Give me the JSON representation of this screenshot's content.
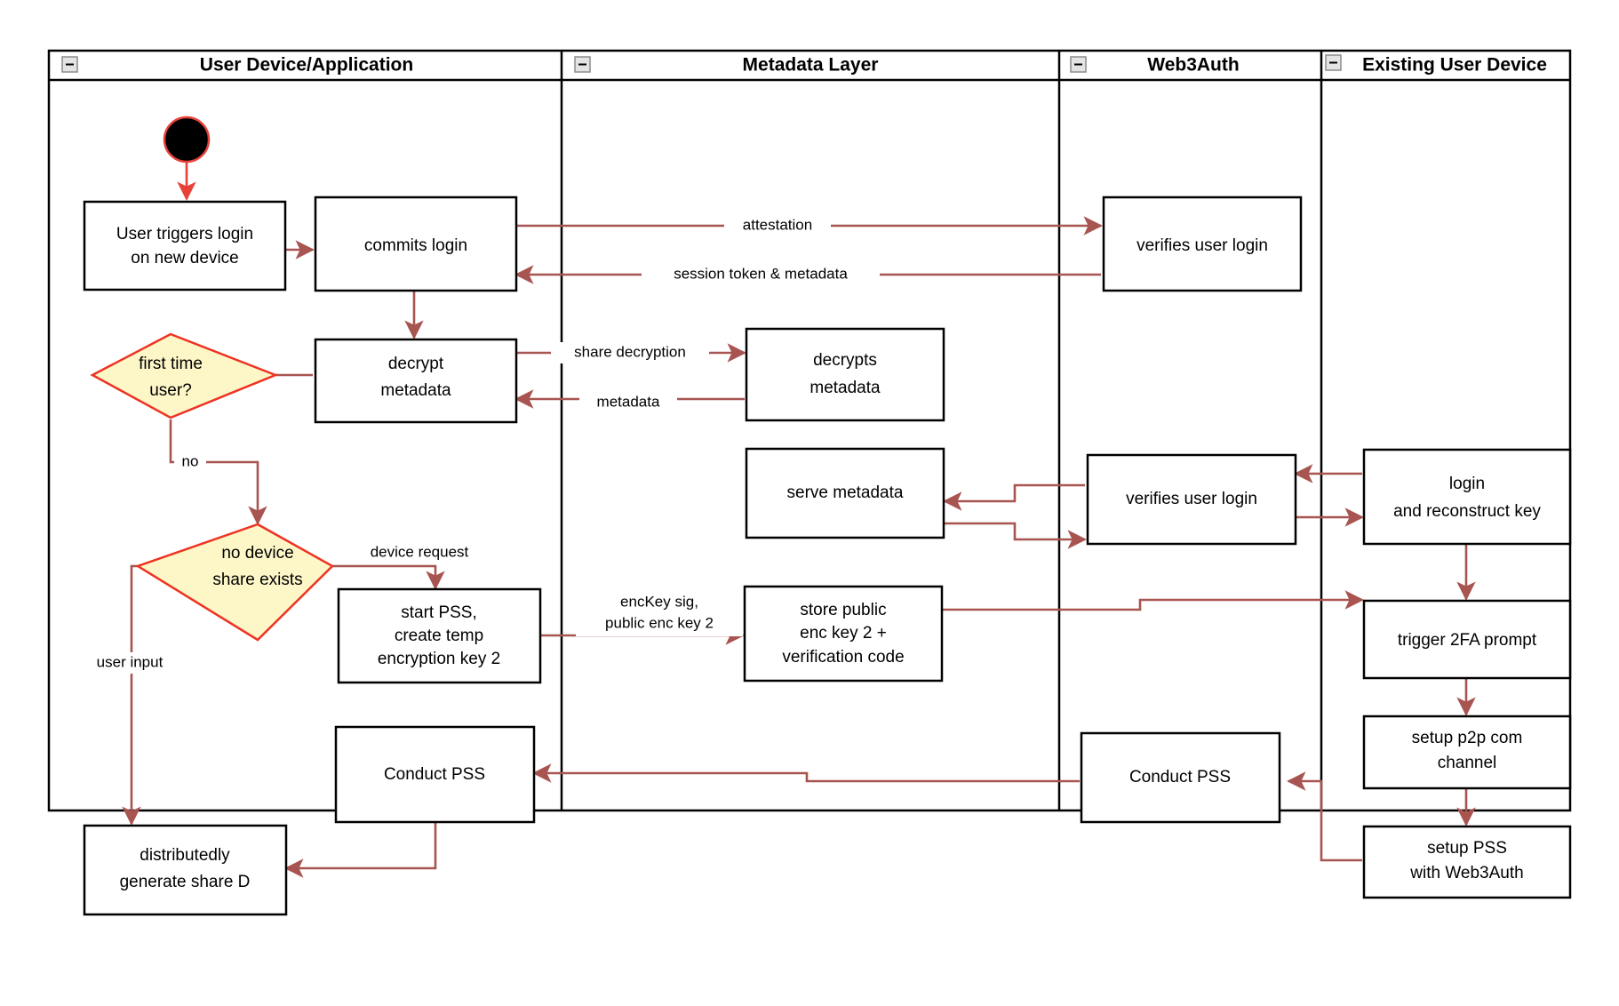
{
  "diagram": {
    "title": "Web3Auth new-device login swimlane flow",
    "colors": {
      "flow_arrow": "#a85450",
      "start_arrow": "#e8413a",
      "decision_fill": "#fdf7c8",
      "decision_border": "#ee3322",
      "node_border": "#000000",
      "node_fill": "#ffffff",
      "lane_border": "#000000",
      "collapse_icon_fill": "#e4e4e4"
    },
    "lanes": [
      {
        "id": "lane-user-device",
        "label": "User Device/Application",
        "collapse_icon": "minus-box-icon"
      },
      {
        "id": "lane-metadata",
        "label": "Metadata Layer",
        "collapse_icon": "minus-box-icon"
      },
      {
        "id": "lane-web3auth",
        "label": "Web3Auth",
        "collapse_icon": "minus-box-icon"
      },
      {
        "id": "lane-existing-device",
        "label": "Existing User Device",
        "collapse_icon": "minus-box-icon"
      }
    ],
    "nodes": [
      {
        "id": "start",
        "type": "start",
        "label": ""
      },
      {
        "id": "user-triggers-login",
        "type": "process",
        "lane": "lane-user-device",
        "lines": [
          "User triggers login",
          "on new device"
        ]
      },
      {
        "id": "commits-login",
        "type": "process",
        "lane": "lane-user-device",
        "lines": [
          "commits login"
        ]
      },
      {
        "id": "verifies-user-login-1",
        "type": "process",
        "lane": "lane-web3auth",
        "lines": [
          "verifies user login"
        ]
      },
      {
        "id": "decrypt-metadata",
        "type": "process",
        "lane": "lane-user-device",
        "lines": [
          "decrypt",
          "metadata"
        ]
      },
      {
        "id": "decrypts-metadata",
        "type": "process",
        "lane": "lane-metadata",
        "lines": [
          "decrypts",
          "metadata"
        ]
      },
      {
        "id": "first-time-user",
        "type": "decision",
        "lane": "lane-user-device",
        "lines": [
          "first time",
          "user?"
        ]
      },
      {
        "id": "serve-metadata",
        "type": "process",
        "lane": "lane-metadata",
        "lines": [
          "serve metadata"
        ]
      },
      {
        "id": "verifies-user-login-2",
        "type": "process",
        "lane": "lane-web3auth",
        "lines": [
          "verifies user login"
        ]
      },
      {
        "id": "login-reconstruct-key",
        "type": "process",
        "lane": "lane-existing-device",
        "lines": [
          "login",
          "and reconstruct key"
        ]
      },
      {
        "id": "no-device-share-exists",
        "type": "decision",
        "lane": "lane-user-device",
        "lines": [
          "no device",
          "share exists"
        ]
      },
      {
        "id": "start-pss-create-temp-key",
        "type": "process",
        "lane": "lane-user-device",
        "lines": [
          "start PSS,",
          "create temp",
          "encryption key 2"
        ]
      },
      {
        "id": "store-public-enc-key",
        "type": "process",
        "lane": "lane-metadata",
        "lines": [
          "store public",
          "enc key 2 +",
          "verification code"
        ]
      },
      {
        "id": "trigger-2fa-prompt",
        "type": "process",
        "lane": "lane-existing-device",
        "lines": [
          "trigger 2FA prompt"
        ]
      },
      {
        "id": "setup-p2p-com-channel",
        "type": "process",
        "lane": "lane-existing-device",
        "lines": [
          "setup p2p com",
          "channel"
        ]
      },
      {
        "id": "conduct-pss-user",
        "type": "process",
        "lane": "lane-user-device",
        "lines": [
          "Conduct PSS"
        ]
      },
      {
        "id": "conduct-pss-web3auth",
        "type": "process",
        "lane": "lane-web3auth",
        "lines": [
          "Conduct PSS"
        ]
      },
      {
        "id": "setup-pss-with-web3auth",
        "type": "process",
        "lane": "lane-existing-device",
        "lines": [
          "setup PSS",
          "with Web3Auth"
        ]
      },
      {
        "id": "distributedly-generate-share-d",
        "type": "process",
        "lane": "lane-user-device",
        "lines": [
          "distributedly",
          "generate share D"
        ]
      }
    ],
    "edge_labels": {
      "attestation": "attestation",
      "session_token": "session token & metadata",
      "share_decryption": "share decryption",
      "metadata": "metadata",
      "no": "no",
      "device_request": "device request",
      "enckey_sig_line1": "encKey sig,",
      "enckey_sig_line2": "public enc key 2",
      "user_input": "user input"
    }
  }
}
